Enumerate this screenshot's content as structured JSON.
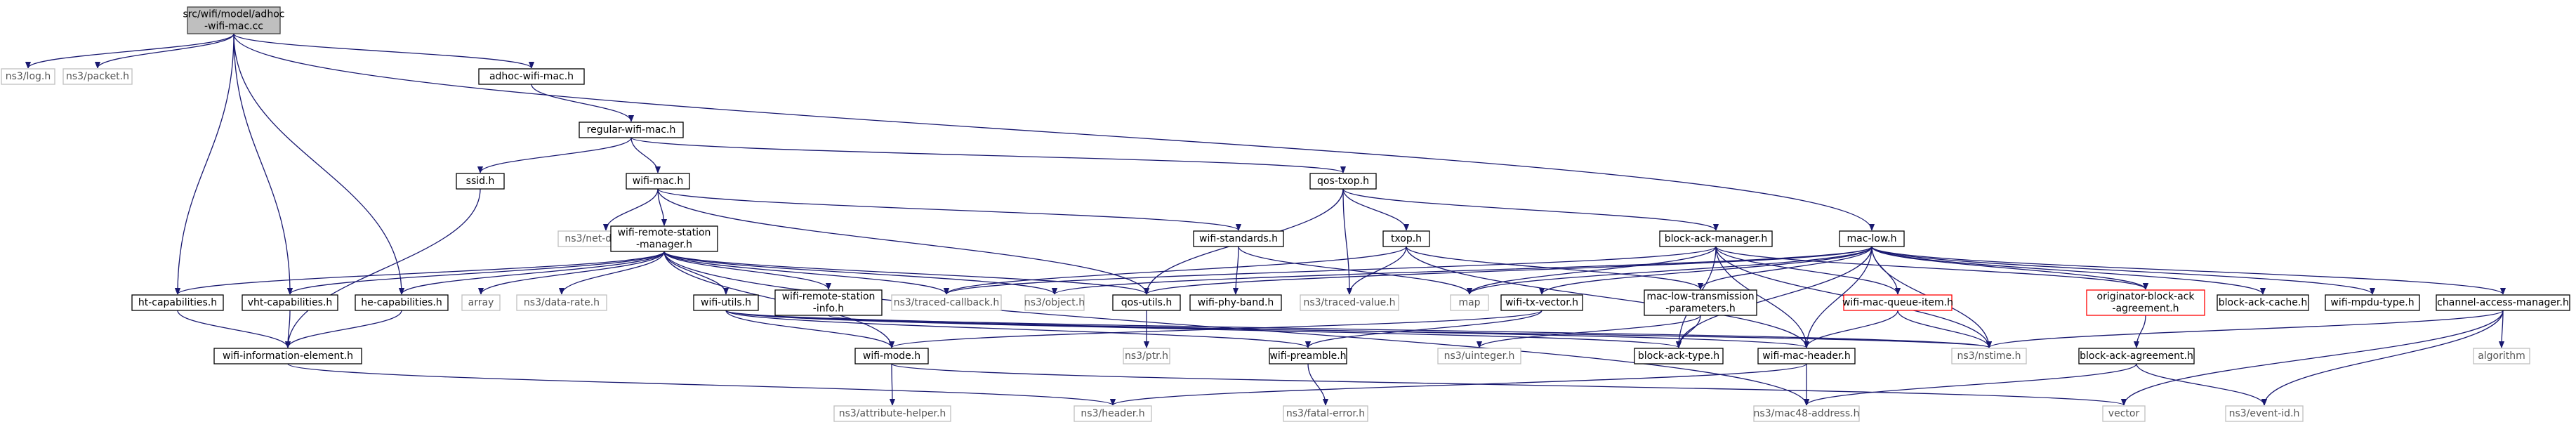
{
  "colors": {
    "edge": "#191970",
    "root_fill": "#bfbfbf",
    "root_border": "#404040",
    "internal_border": "#000000",
    "external_border": "#bfbfbf",
    "external_text": "#555555",
    "missing_border": "#ff0000"
  },
  "nodes": [
    {
      "id": "adhoc-cc",
      "kind": "root",
      "lines": [
        "src/wifi/model/adhoc",
        "-wifi-mac.cc"
      ]
    },
    {
      "id": "ns3-log",
      "kind": "external",
      "lines": [
        "ns3/log.h"
      ]
    },
    {
      "id": "ns3-packet",
      "kind": "external",
      "lines": [
        "ns3/packet.h"
      ]
    },
    {
      "id": "adhoc-h",
      "kind": "internal",
      "lines": [
        "adhoc-wifi-mac.h"
      ]
    },
    {
      "id": "regular",
      "kind": "internal",
      "lines": [
        "regular-wifi-mac.h"
      ]
    },
    {
      "id": "ssid",
      "kind": "internal",
      "lines": [
        "ssid.h"
      ]
    },
    {
      "id": "wifimac",
      "kind": "internal",
      "lines": [
        "wifi-mac.h"
      ]
    },
    {
      "id": "qostxop",
      "kind": "internal",
      "lines": [
        "qos-txop.h"
      ]
    },
    {
      "id": "netdevice",
      "kind": "external",
      "lines": [
        "ns3/net-device.h"
      ]
    },
    {
      "id": "wrsm",
      "kind": "internal",
      "lines": [
        "wifi-remote-station",
        "-manager.h"
      ]
    },
    {
      "id": "wstd",
      "kind": "internal",
      "lines": [
        "wifi-standards.h"
      ]
    },
    {
      "id": "txop",
      "kind": "internal",
      "lines": [
        "txop.h"
      ]
    },
    {
      "id": "bam",
      "kind": "internal",
      "lines": [
        "block-ack-manager.h"
      ]
    },
    {
      "id": "maclow",
      "kind": "internal",
      "lines": [
        "mac-low.h"
      ]
    },
    {
      "id": "htcap",
      "kind": "internal",
      "lines": [
        "ht-capabilities.h"
      ]
    },
    {
      "id": "vhtcap",
      "kind": "internal",
      "lines": [
        "vht-capabilities.h"
      ]
    },
    {
      "id": "hecap",
      "kind": "internal",
      "lines": [
        "he-capabilities.h"
      ]
    },
    {
      "id": "array",
      "kind": "external",
      "lines": [
        "array"
      ]
    },
    {
      "id": "datarate",
      "kind": "external",
      "lines": [
        "ns3/data-rate.h"
      ]
    },
    {
      "id": "wutils",
      "kind": "internal",
      "lines": [
        "wifi-utils.h"
      ]
    },
    {
      "id": "wrsinfo",
      "kind": "internal",
      "lines": [
        "wifi-remote-station",
        "-info.h"
      ]
    },
    {
      "id": "tcb",
      "kind": "external",
      "lines": [
        "ns3/traced-callback.h"
      ]
    },
    {
      "id": "object",
      "kind": "external",
      "lines": [
        "ns3/object.h"
      ]
    },
    {
      "id": "qosutils",
      "kind": "internal",
      "lines": [
        "qos-utils.h"
      ]
    },
    {
      "id": "phyband",
      "kind": "internal",
      "lines": [
        "wifi-phy-band.h"
      ]
    },
    {
      "id": "tval",
      "kind": "external",
      "lines": [
        "ns3/traced-value.h"
      ]
    },
    {
      "id": "map",
      "kind": "external",
      "lines": [
        "map"
      ]
    },
    {
      "id": "txvec",
      "kind": "internal",
      "lines": [
        "wifi-tx-vector.h"
      ]
    },
    {
      "id": "mltp",
      "kind": "internal",
      "lines": [
        "mac-low-transmission",
        "-parameters.h"
      ]
    },
    {
      "id": "mqi",
      "kind": "missing",
      "lines": [
        "wifi-mac-queue-item.h"
      ]
    },
    {
      "id": "obaa",
      "kind": "missing",
      "lines": [
        "originator-block-ack",
        "-agreement.h"
      ]
    },
    {
      "id": "bacache",
      "kind": "internal",
      "lines": [
        "block-ack-cache.h"
      ]
    },
    {
      "id": "mpdutype",
      "kind": "internal",
      "lines": [
        "wifi-mpdu-type.h"
      ]
    },
    {
      "id": "cam",
      "kind": "internal",
      "lines": [
        "channel-access-manager.h"
      ]
    },
    {
      "id": "wie",
      "kind": "internal",
      "lines": [
        "wifi-information-element.h"
      ]
    },
    {
      "id": "wmode",
      "kind": "internal",
      "lines": [
        "wifi-mode.h"
      ]
    },
    {
      "id": "ptr",
      "kind": "external",
      "lines": [
        "ns3/ptr.h"
      ]
    },
    {
      "id": "preamble",
      "kind": "internal",
      "lines": [
        "wifi-preamble.h"
      ]
    },
    {
      "id": "uinteger",
      "kind": "external",
      "lines": [
        "ns3/uinteger.h"
      ]
    },
    {
      "id": "batype",
      "kind": "internal",
      "lines": [
        "block-ack-type.h"
      ]
    },
    {
      "id": "machdr",
      "kind": "internal",
      "lines": [
        "wifi-mac-header.h"
      ]
    },
    {
      "id": "nstime",
      "kind": "external",
      "lines": [
        "ns3/nstime.h"
      ]
    },
    {
      "id": "baagr",
      "kind": "internal",
      "lines": [
        "block-ack-agreement.h"
      ]
    },
    {
      "id": "algorithm",
      "kind": "external",
      "lines": [
        "algorithm"
      ]
    },
    {
      "id": "attrhelper",
      "kind": "external",
      "lines": [
        "ns3/attribute-helper.h"
      ]
    },
    {
      "id": "header",
      "kind": "external",
      "lines": [
        "ns3/header.h"
      ]
    },
    {
      "id": "fatal",
      "kind": "external",
      "lines": [
        "ns3/fatal-error.h"
      ]
    },
    {
      "id": "mac48",
      "kind": "external",
      "lines": [
        "ns3/mac48-address.h"
      ]
    },
    {
      "id": "vector",
      "kind": "external",
      "lines": [
        "vector"
      ]
    },
    {
      "id": "eventid",
      "kind": "external",
      "lines": [
        "ns3/event-id.h"
      ]
    }
  ],
  "edges": [
    [
      "adhoc-cc",
      "ns3-log"
    ],
    [
      "adhoc-cc",
      "ns3-packet"
    ],
    [
      "adhoc-cc",
      "adhoc-h"
    ],
    [
      "adhoc-cc",
      "maclow"
    ],
    [
      "adhoc-cc",
      "htcap"
    ],
    [
      "adhoc-cc",
      "vhtcap"
    ],
    [
      "adhoc-cc",
      "hecap"
    ],
    [
      "adhoc-h",
      "regular"
    ],
    [
      "regular",
      "ssid"
    ],
    [
      "regular",
      "wifimac"
    ],
    [
      "regular",
      "qostxop"
    ],
    [
      "ssid",
      "wie"
    ],
    [
      "wifimac",
      "netdevice"
    ],
    [
      "wifimac",
      "wrsm"
    ],
    [
      "wifimac",
      "wstd"
    ],
    [
      "wifimac",
      "qosutils"
    ],
    [
      "qostxop",
      "txop"
    ],
    [
      "qostxop",
      "bam"
    ],
    [
      "qostxop",
      "qosutils"
    ],
    [
      "qostxop",
      "tval"
    ],
    [
      "wrsm",
      "htcap"
    ],
    [
      "wrsm",
      "vhtcap"
    ],
    [
      "wrsm",
      "hecap"
    ],
    [
      "wrsm",
      "array"
    ],
    [
      "wrsm",
      "datarate"
    ],
    [
      "wrsm",
      "wutils"
    ],
    [
      "wrsm",
      "wrsinfo"
    ],
    [
      "wrsm",
      "tcb"
    ],
    [
      "wrsm",
      "object"
    ],
    [
      "wrsm",
      "qosutils"
    ],
    [
      "wrsm",
      "wmode"
    ],
    [
      "wrsm",
      "mac48"
    ],
    [
      "wstd",
      "phyband"
    ],
    [
      "wstd",
      "map"
    ],
    [
      "txop",
      "tcb"
    ],
    [
      "txop",
      "tval"
    ],
    [
      "txop",
      "mltp"
    ],
    [
      "txop",
      "machdr"
    ],
    [
      "bam",
      "map"
    ],
    [
      "bam",
      "mqi"
    ],
    [
      "bam",
      "obaa"
    ],
    [
      "bam",
      "batype"
    ],
    [
      "bam",
      "machdr"
    ],
    [
      "bam",
      "nstime"
    ],
    [
      "bam",
      "tcb"
    ],
    [
      "maclow",
      "object"
    ],
    [
      "maclow",
      "map"
    ],
    [
      "maclow",
      "qosutils"
    ],
    [
      "maclow",
      "txvec"
    ],
    [
      "maclow",
      "mltp"
    ],
    [
      "maclow",
      "mqi"
    ],
    [
      "maclow",
      "bacache"
    ],
    [
      "maclow",
      "mpdutype"
    ],
    [
      "maclow",
      "cam"
    ],
    [
      "maclow",
      "machdr"
    ],
    [
      "maclow",
      "nstime"
    ],
    [
      "maclow",
      "batype"
    ],
    [
      "maclow",
      "obaa"
    ],
    [
      "htcap",
      "wie"
    ],
    [
      "vhtcap",
      "wie"
    ],
    [
      "hecap",
      "wie"
    ],
    [
      "wie",
      "header"
    ],
    [
      "wutils",
      "wmode"
    ],
    [
      "wutils",
      "preamble"
    ],
    [
      "wutils",
      "batype"
    ],
    [
      "wutils",
      "machdr"
    ],
    [
      "wutils",
      "nstime"
    ],
    [
      "wrsinfo",
      "nstime"
    ],
    [
      "qosutils",
      "ptr"
    ],
    [
      "txvec",
      "wmode"
    ],
    [
      "txvec",
      "preamble"
    ],
    [
      "mltp",
      "uinteger"
    ],
    [
      "mltp",
      "batype"
    ],
    [
      "mqi",
      "machdr"
    ],
    [
      "mqi",
      "nstime"
    ],
    [
      "obaa",
      "baagr"
    ],
    [
      "cam",
      "nstime"
    ],
    [
      "cam",
      "algorithm"
    ],
    [
      "cam",
      "vector"
    ],
    [
      "cam",
      "eventid"
    ],
    [
      "wmode",
      "attrhelper"
    ],
    [
      "wmode",
      "vector"
    ],
    [
      "preamble",
      "fatal"
    ],
    [
      "machdr",
      "header"
    ],
    [
      "machdr",
      "mac48"
    ],
    [
      "baagr",
      "mac48"
    ],
    [
      "baagr",
      "eventid"
    ]
  ]
}
